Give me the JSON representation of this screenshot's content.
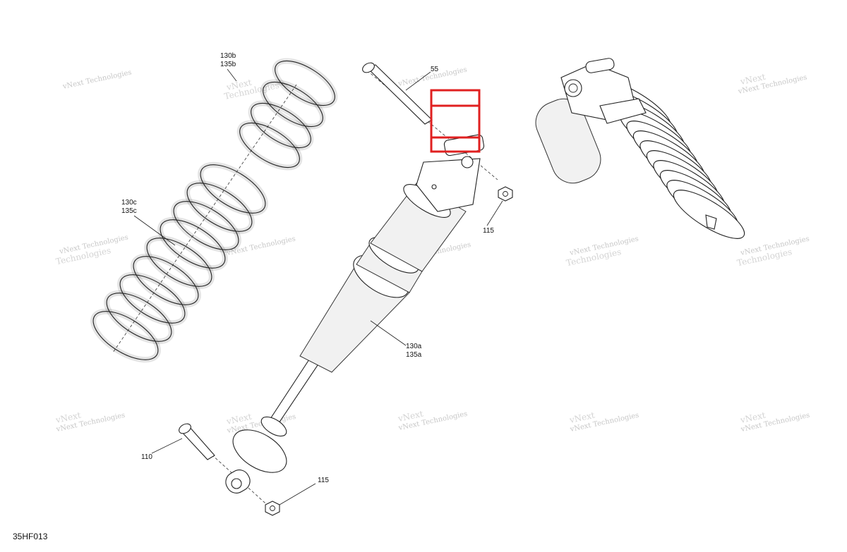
{
  "diagram": {
    "labels": {
      "spring_upper_a": "130b",
      "spring_upper_b": "135b",
      "spring_lower_a": "130c",
      "spring_lower_b": "135c",
      "bolt_top": "55",
      "nut_top": "115",
      "shock_a": "130a",
      "shock_b": "135a",
      "bolt_bottom": "110",
      "nut_bottom": "115"
    },
    "figure_code": "35HF013",
    "watermark": {
      "line1": "vNext",
      "line2": "Technologies",
      "full": "vNext Technologies"
    },
    "highlight_color": "#e02020"
  }
}
